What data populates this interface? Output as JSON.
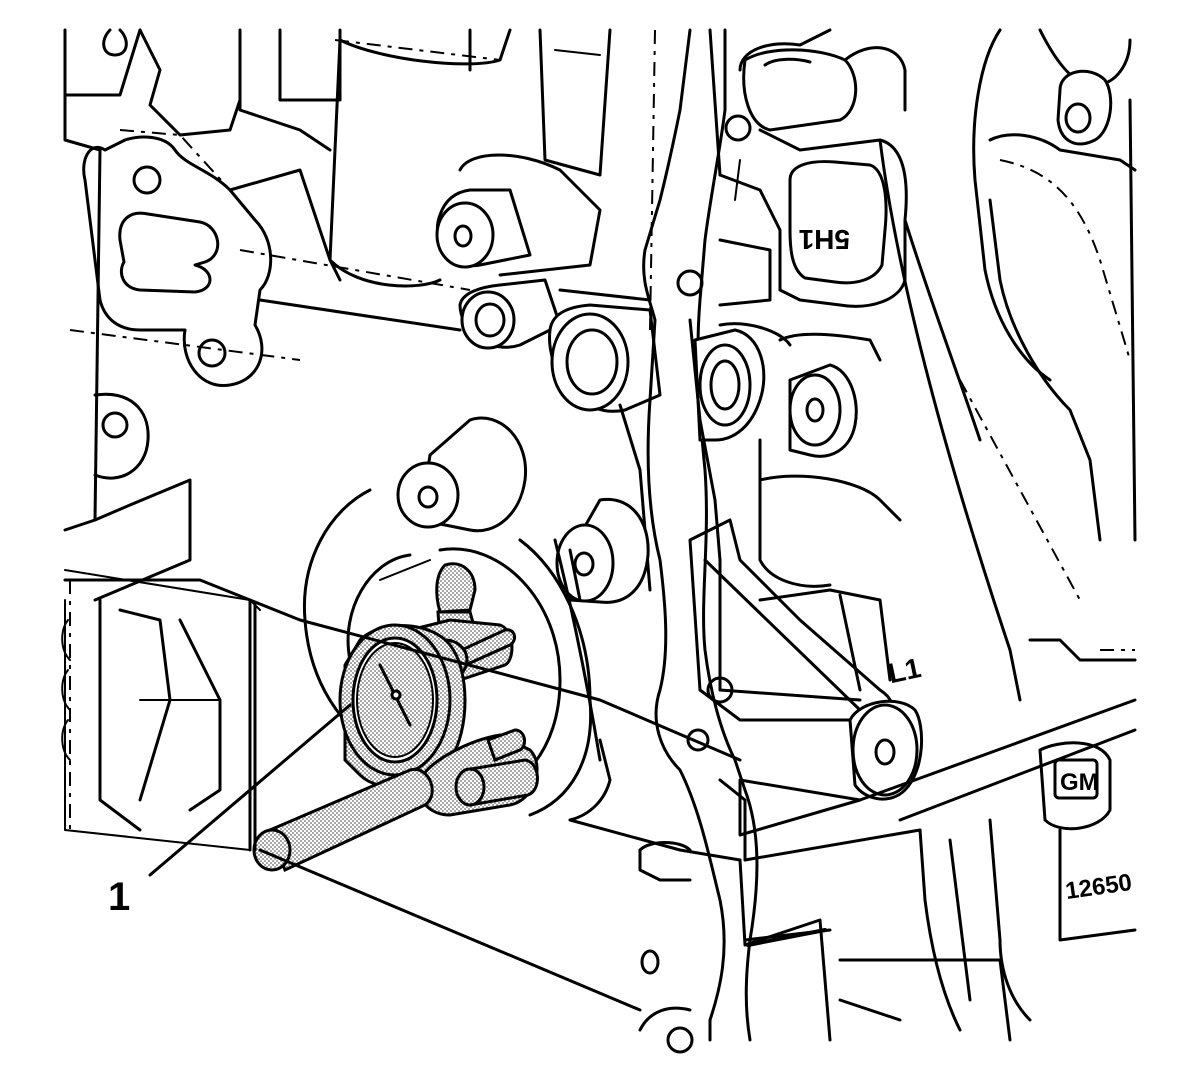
{
  "figure": {
    "callout_number": "1",
    "cast_mark_upper": "5H1",
    "cast_mark_lower": "L1",
    "logo_letters": "GM",
    "figure_id": "12650"
  },
  "colors": {
    "line": "#000000",
    "background": "#ffffff",
    "shading": "#bdbdbd"
  },
  "icons": {
    "dial_indicator": "dial-indicator-icon"
  }
}
